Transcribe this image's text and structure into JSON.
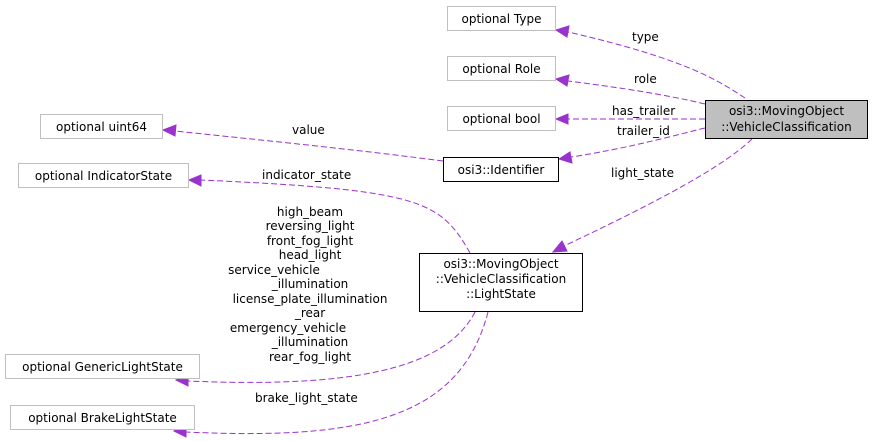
{
  "nodes": {
    "optional_type": "optional Type",
    "optional_role": "optional Role",
    "optional_bool": "optional bool",
    "optional_uint64": "optional uint64",
    "optional_indicator_state": "optional IndicatorState",
    "optional_generic_light_state": "optional GenericLightState",
    "optional_brake_light_state": "optional BrakeLightState",
    "identifier": "osi3::Identifier",
    "vehicle_classification": [
      "osi3::MovingObject",
      "::VehicleClassification"
    ],
    "light_state": [
      "osi3::MovingObject",
      "::VehicleClassification",
      "::LightState"
    ]
  },
  "edges": {
    "type": "type",
    "role": "role",
    "has_trailer": "has_trailer",
    "trailer_id": "trailer_id",
    "value": "value",
    "light_state": "light_state",
    "indicator_state": "indicator_state",
    "generic_light_state": [
      "high_beam",
      "reversing_light",
      "front_fog_light",
      "head_light",
      "service_vehicle",
      "_illumination",
      "license_plate_illumination",
      "_rear",
      "emergency_vehicle",
      "_illumination",
      "rear_fog_light"
    ],
    "brake_light_state": "brake_light_state"
  },
  "colors": {
    "edge": "#9a32cd",
    "focus_fill": "#bfbfbf",
    "node_border_gray": "#bfbfbf",
    "node_border_black": "#000000"
  }
}
